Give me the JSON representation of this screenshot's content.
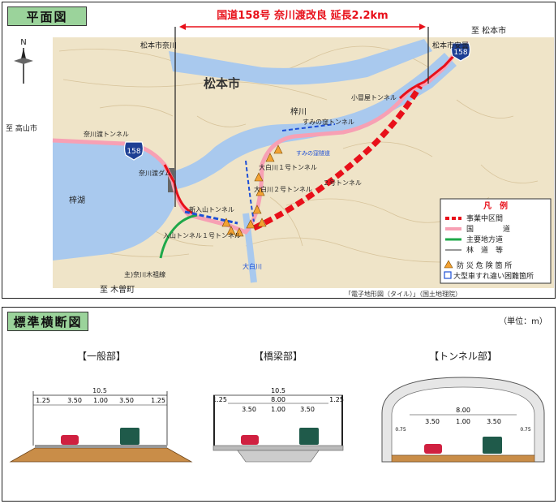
{
  "plan": {
    "title": "平面図",
    "route_title": "国道158号 奈川渡改良 延長2.2km",
    "start_label": "松本市奈川",
    "end_label": "松本市安曇",
    "to_matsumoto": "至 松本市",
    "to_takayama": "至 高山市",
    "to_kiso": "至 木曽町",
    "route_shield": "158",
    "city_name": "松本市",
    "lake_name": "梓湖",
    "river_azusa": "梓川",
    "river_ohshirakawa": "大白川",
    "dam_name": "奈川渡ダム",
    "tunnel_nagawado": "奈川渡トンネル",
    "tunnel_ko_shimoya": "小冒屋トンネル",
    "tunnel_sumiyose": "すみの窪トンネル",
    "tunnel_sumiyose_2": "すみの窪隧道",
    "tunnel_oshirakawa1": "大白川１号トンネル",
    "tunnel_oshirakawa2": "大白川２号トンネル",
    "tunnel_no2": "２号トンネル",
    "tunnel_no1": "１号トンネル",
    "tunnel_nyuyama": "新入山トンネル",
    "tunnel_iriyama": "入山トンネル",
    "road_kiso": "主)奈川木祖線",
    "credit": "「電子地形図（タイル）」（国土地理院）",
    "legend": {
      "title": "凡　例",
      "items": [
        {
          "label": "事業中区間",
          "color": "#e8101a"
        },
        {
          "label": "国　　　　道",
          "color": "#f7a0b4"
        },
        {
          "label": "主要地方道",
          "color": "#1fa84a"
        },
        {
          "label": "林　道　等",
          "color": "#777777"
        },
        {
          "label": "防 災 危 険 箇 所",
          "color": "#f3a233"
        },
        {
          "label": "大型車すれ違い困難箇所",
          "color": "#1e4fd6"
        }
      ]
    }
  },
  "section": {
    "title": "標準横断図",
    "unit": "（単位：m）",
    "general": {
      "label": "【一般部】",
      "total": "10.5",
      "parts": [
        "1.25",
        "3.50",
        "1.00",
        "3.50",
        "1.25"
      ]
    },
    "bridge": {
      "label": "【橋梁部】",
      "total": "10.5",
      "inner": "8.00",
      "parts": [
        "1.25",
        "3.50",
        "1.00",
        "3.50",
        "1.25"
      ]
    },
    "tunnel": {
      "label": "【トンネル部】",
      "inner": "8.00",
      "parts": [
        "0.75",
        "3.50",
        "1.00",
        "3.50",
        "0.75"
      ]
    }
  }
}
